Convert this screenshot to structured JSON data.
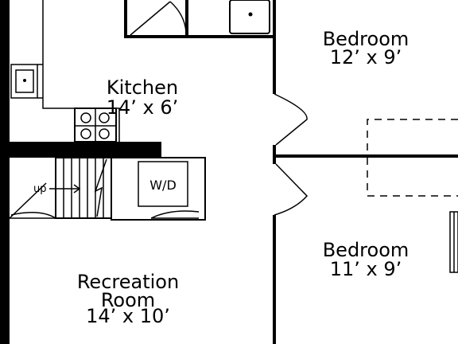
{
  "rooms": {
    "kitchen": {
      "name": "Kitchen",
      "size": "14’ x 6’"
    },
    "bedroom_1": {
      "name": "Bedroom",
      "size": "12’ x 9’"
    },
    "bedroom_2": {
      "name": "Bedroom",
      "size": "11’ x 9’"
    },
    "recreation": {
      "name_line1": "Recreation",
      "name_line2": "Room",
      "size": "14’ x 10’"
    }
  },
  "fixtures": {
    "washer_dryer": "W/D",
    "stairs_direction": "up"
  }
}
